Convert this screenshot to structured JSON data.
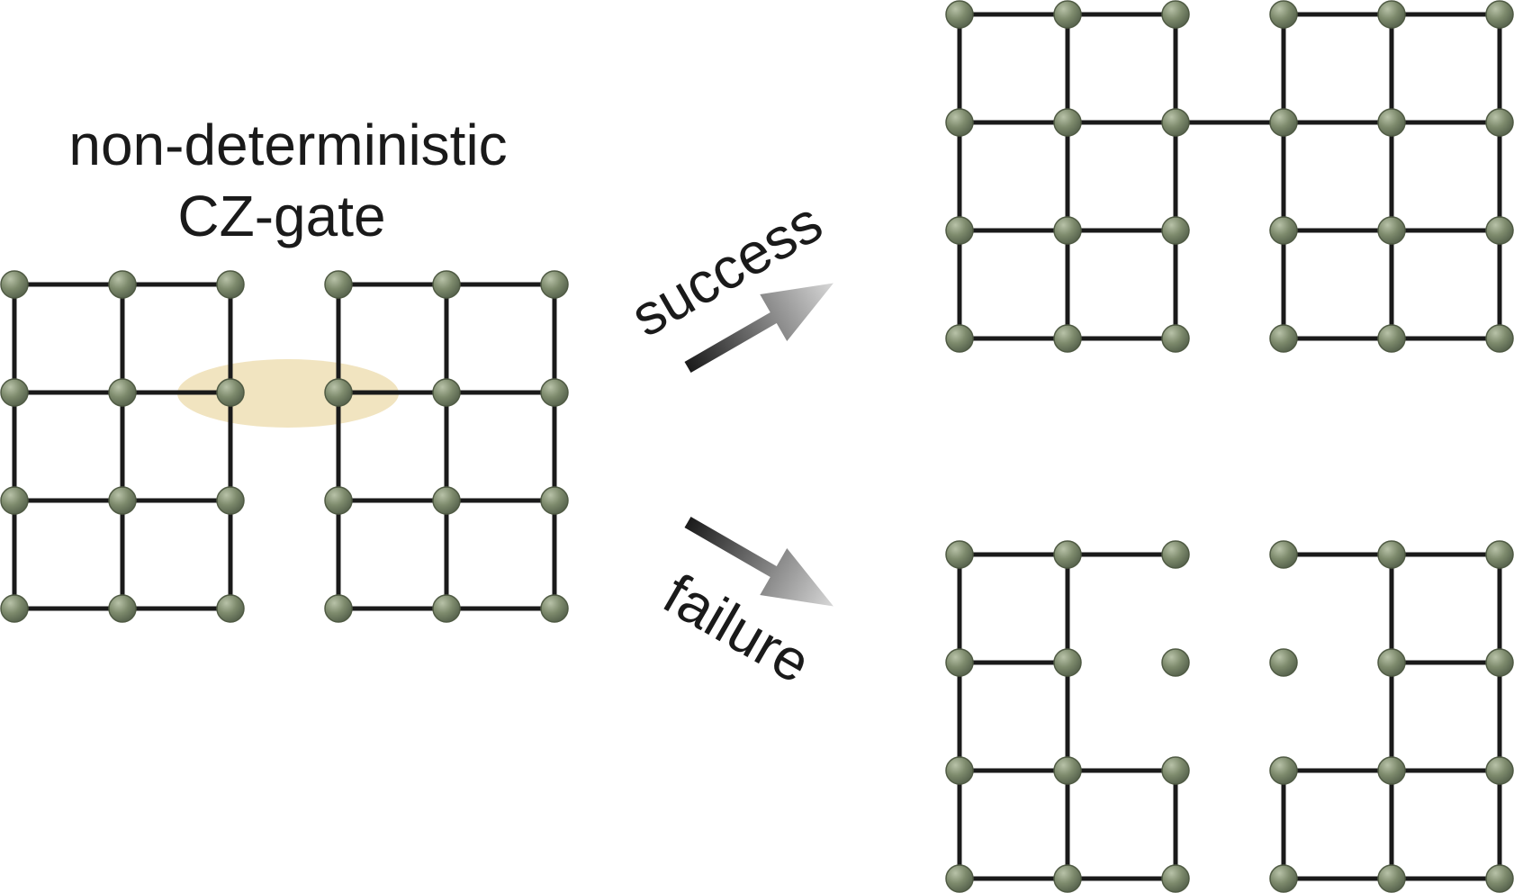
{
  "labels": {
    "title_line1": "non-deterministic",
    "title_line2": "CZ-gate",
    "success": "success",
    "failure": "failure"
  },
  "colors": {
    "edge": "#1a1a1a",
    "node_fill": "#7d8a6c",
    "node_highlight": "#b8c2a8",
    "gate_ellipse": "#f1e4c0",
    "arrow_dark": "#1a1a1a",
    "arrow_light": "#d4d4d4"
  },
  "lattices": {
    "rows": 4,
    "cols": 3,
    "input_pair": "two separate 4x3 cluster-state lattices",
    "success_result": "lattices joined by one bond between facing middle nodes",
    "failure_result": "facing edge nodes removed from lattice bonds"
  }
}
